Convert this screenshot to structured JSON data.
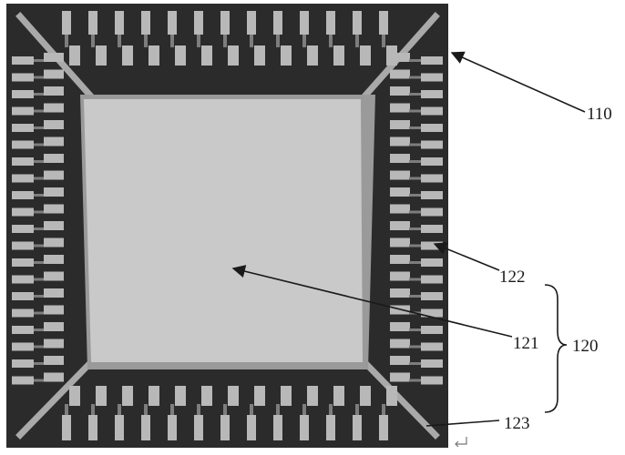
{
  "labels": {
    "package": "110",
    "lead": "122",
    "pad": "121",
    "group": "120",
    "corner": "123"
  },
  "colors": {
    "substrate": "#2b2b2b",
    "pad": "#c9c9c9",
    "pad_bevel": "#9a9a9a",
    "lead": "#b8b8b8",
    "lead_shadow": "#7d7d7d",
    "tie_bar": "#a9a9a9",
    "arrow": "#1a1a1a"
  }
}
